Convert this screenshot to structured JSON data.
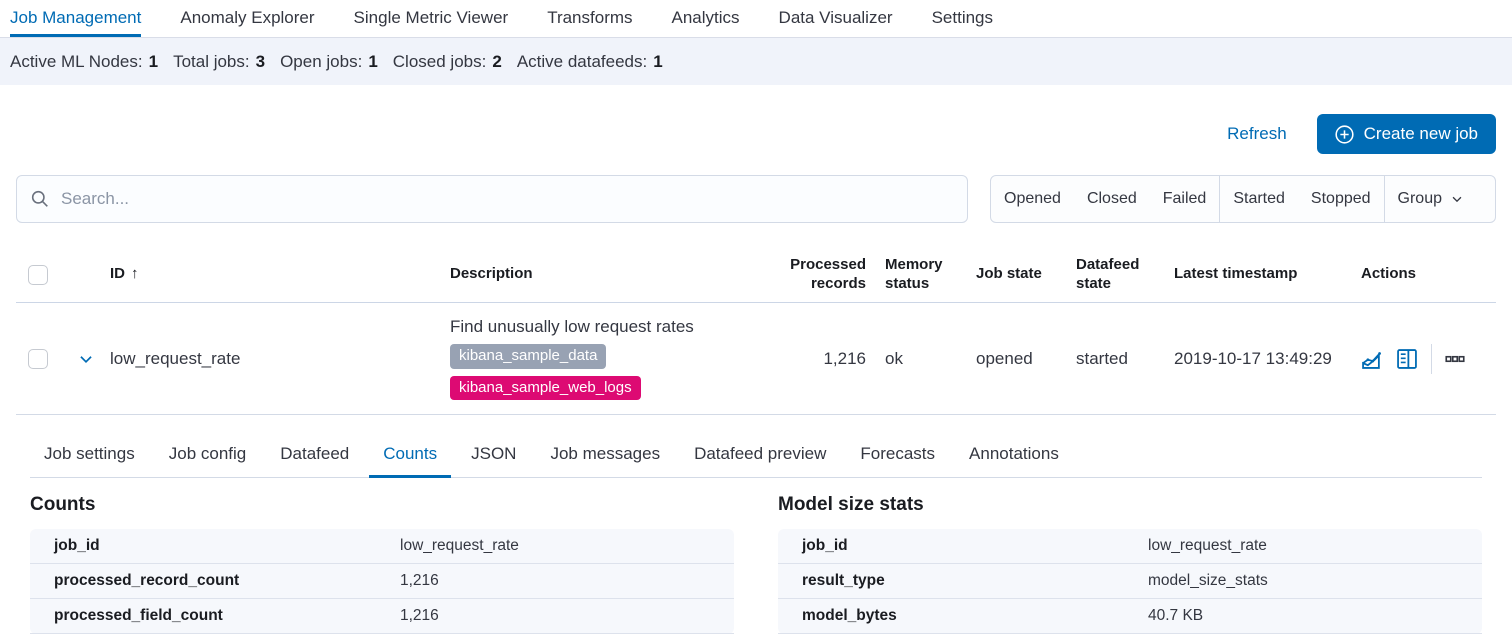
{
  "colors": {
    "primary": "#006BB4",
    "pink_badge": "#DD0A73",
    "gray_badge": "#98A2B3",
    "panel_bg": "#F5F7FA",
    "border": "#D3DAE6"
  },
  "nav": {
    "tabs": [
      "Job Management",
      "Anomaly Explorer",
      "Single Metric Viewer",
      "Transforms",
      "Analytics",
      "Data Visualizer",
      "Settings"
    ],
    "active_tab": "Job Management"
  },
  "stats": {
    "items": [
      {
        "label": "Active ML Nodes:",
        "value": "1"
      },
      {
        "label": "Total jobs:",
        "value": "3"
      },
      {
        "label": "Open jobs:",
        "value": "1"
      },
      {
        "label": "Closed jobs:",
        "value": "2"
      },
      {
        "label": "Active datafeeds:",
        "value": "1"
      }
    ]
  },
  "toolbar": {
    "refresh_label": "Refresh",
    "create_label": "Create new job"
  },
  "search": {
    "placeholder": "Search..."
  },
  "filters": {
    "job_state": [
      "Opened",
      "Closed",
      "Failed"
    ],
    "datafeed_state": [
      "Started",
      "Stopped"
    ],
    "group_dropdown": "Group"
  },
  "table": {
    "columns": [
      "ID",
      "Description",
      "Processed records",
      "Memory status",
      "Job state",
      "Datafeed state",
      "Latest timestamp",
      "Actions"
    ],
    "sort_icon": "↑",
    "row": {
      "id": "low_request_rate",
      "description": "Find unusually low request rates",
      "tag_gray": "kibana_sample_data",
      "tag_pink": "kibana_sample_web_logs",
      "processed_records": "1,216",
      "memory_status": "ok",
      "job_state": "opened",
      "datafeed_state": "started",
      "latest_timestamp": "2019-10-17 13:49:29"
    }
  },
  "detail_tabs": {
    "labels": [
      "Job settings",
      "Job config",
      "Datafeed",
      "Counts",
      "JSON",
      "Job messages",
      "Datafeed preview",
      "Forecasts",
      "Annotations"
    ],
    "active_tab": "Counts"
  },
  "counts_panel": {
    "title": "Counts",
    "rows": [
      {
        "key": "job_id",
        "value": "low_request_rate"
      },
      {
        "key": "processed_record_count",
        "value": "1,216"
      },
      {
        "key": "processed_field_count",
        "value": "1,216"
      }
    ]
  },
  "model_panel": {
    "title": "Model size stats",
    "rows": [
      {
        "key": "job_id",
        "value": "low_request_rate"
      },
      {
        "key": "result_type",
        "value": "model_size_stats"
      },
      {
        "key": "model_bytes",
        "value": "40.7 KB"
      }
    ]
  }
}
